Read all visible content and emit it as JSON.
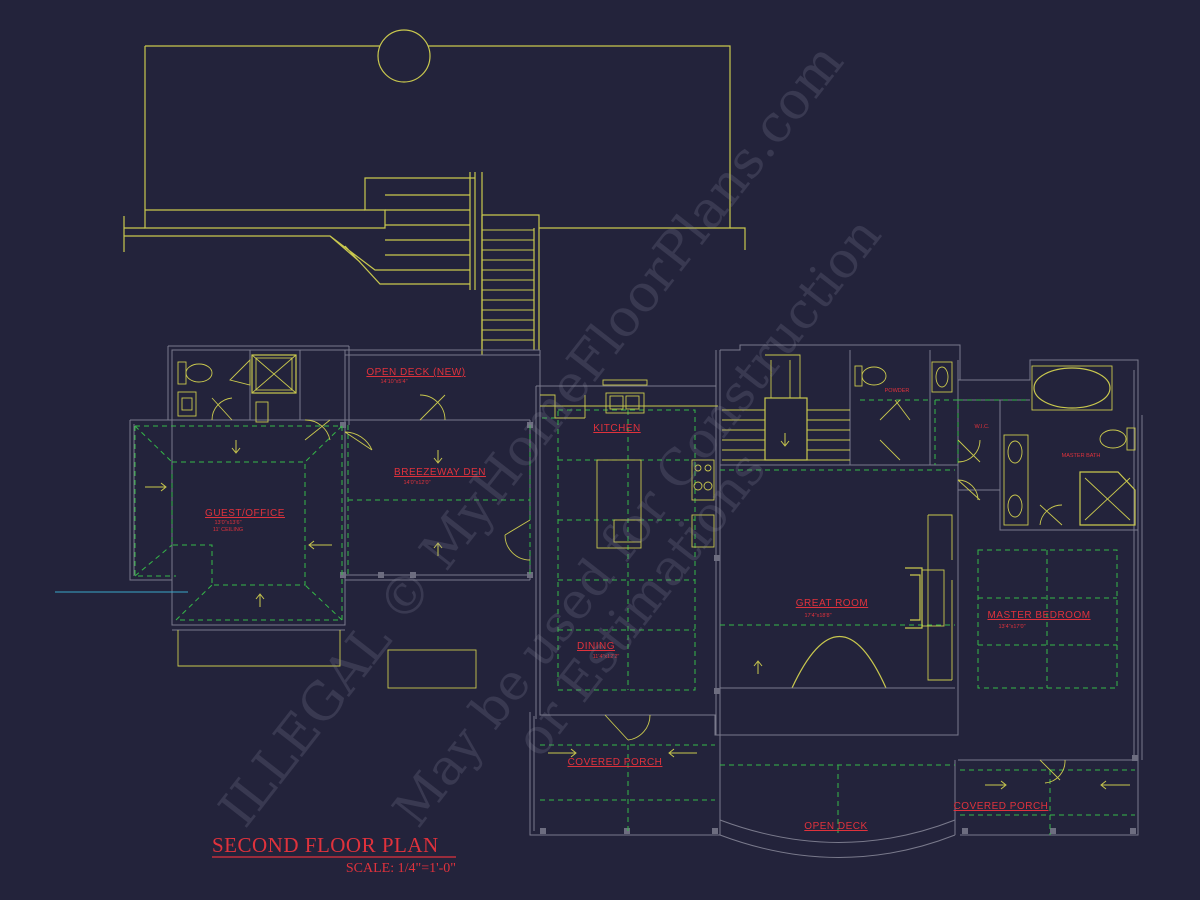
{
  "plan": {
    "title": "SECOND FLOOR PLAN",
    "scale": "SCALE: 1/4\"=1'-0\""
  },
  "watermark": {
    "line1": "ILLEGAL © MyHomeFloorPlans.com",
    "line2": "May be used for Construction",
    "line3": "or Estimations"
  },
  "rooms": {
    "open_deck_new": {
      "name": "OPEN DECK (NEW)",
      "dim": "14'10\"x5'4\""
    },
    "breezeway_den": {
      "name": "BREEZEWAY DEN",
      "dim": "14'0\"x12'0\""
    },
    "guest_office": {
      "name": "GUEST/OFFICE",
      "dim": "13'0\"x13'6\"",
      "note": "11' CEILING"
    },
    "kitchen": {
      "name": "KITCHEN"
    },
    "dining": {
      "name": "DINING",
      "dim": "11'4\"x12'2\""
    },
    "great_room": {
      "name": "GREAT ROOM",
      "dim": "17'4\"x18'8\""
    },
    "powder": {
      "name": "POWDER"
    },
    "wic": {
      "name": "W.I.C."
    },
    "master_bath": {
      "name": "MASTER BATH"
    },
    "master_bedroom": {
      "name": "MASTER BEDROOM",
      "dim": "13'4\"x17'0\""
    },
    "covered_porch_left": {
      "name": "COVERED PORCH"
    },
    "covered_porch_right": {
      "name": "COVERED PORCH"
    },
    "open_deck": {
      "name": "OPEN DECK"
    }
  },
  "colors": {
    "background": "#23233b",
    "walls": "#7a7a8c",
    "fixtures": "#c9c84e",
    "ceiling_lines": "#35b848",
    "labels": "#e0323c"
  }
}
